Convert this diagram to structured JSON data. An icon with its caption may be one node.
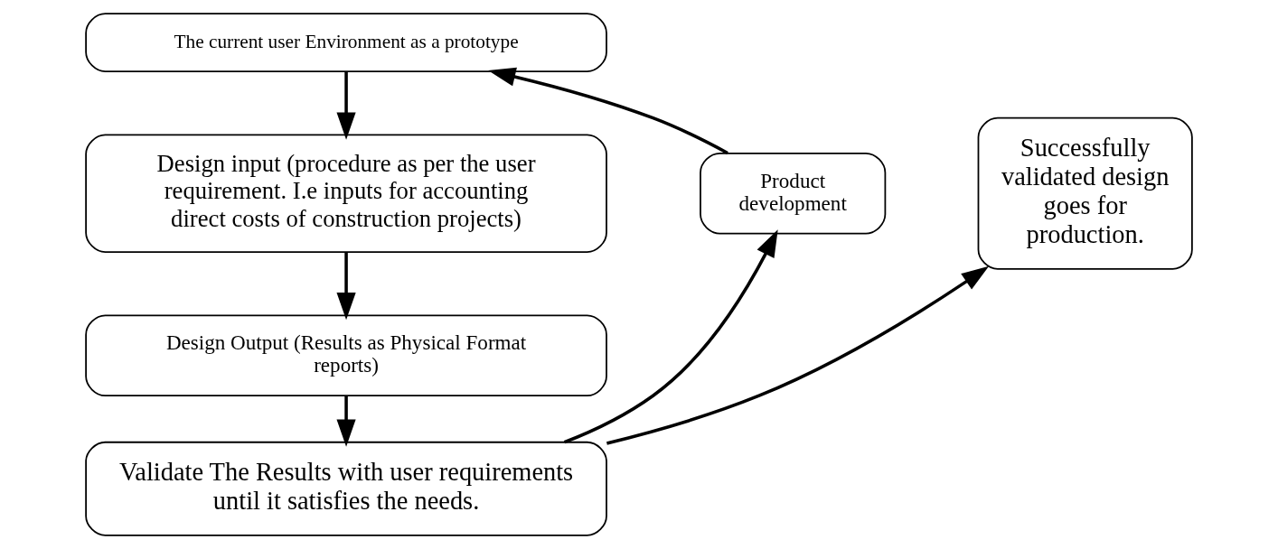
{
  "diagram": {
    "nodes": [
      {
        "text": [
          "The current user Environment as a prototype"
        ]
      },
      {
        "text": [
          "Design input (procedure as per the user requirement. I.e inputs for accounting direct costs of construction projects)"
        ]
      },
      {
        "text": [
          "Design Output (Results as Physical Format reports)"
        ]
      },
      {
        "text": [
          "Validate The Results with user requirements until it satisfies the needs."
        ]
      },
      {
        "text": [
          "Product development"
        ]
      },
      {
        "text": [
          "Successfully validated design goes for production."
        ]
      }
    ],
    "edges": [
      {
        "from": 4,
        "to": 0,
        "arrow": "to"
      },
      {
        "from": 0,
        "to": 1,
        "arrow": "to"
      },
      {
        "from": 1,
        "to": 2,
        "arrow": "to"
      },
      {
        "from": 2,
        "to": 3,
        "arrow": "to"
      },
      {
        "from": 3,
        "to": 4,
        "arrow": "to"
      },
      {
        "from": 3,
        "to": 5,
        "arrow": "to"
      }
    ]
  }
}
